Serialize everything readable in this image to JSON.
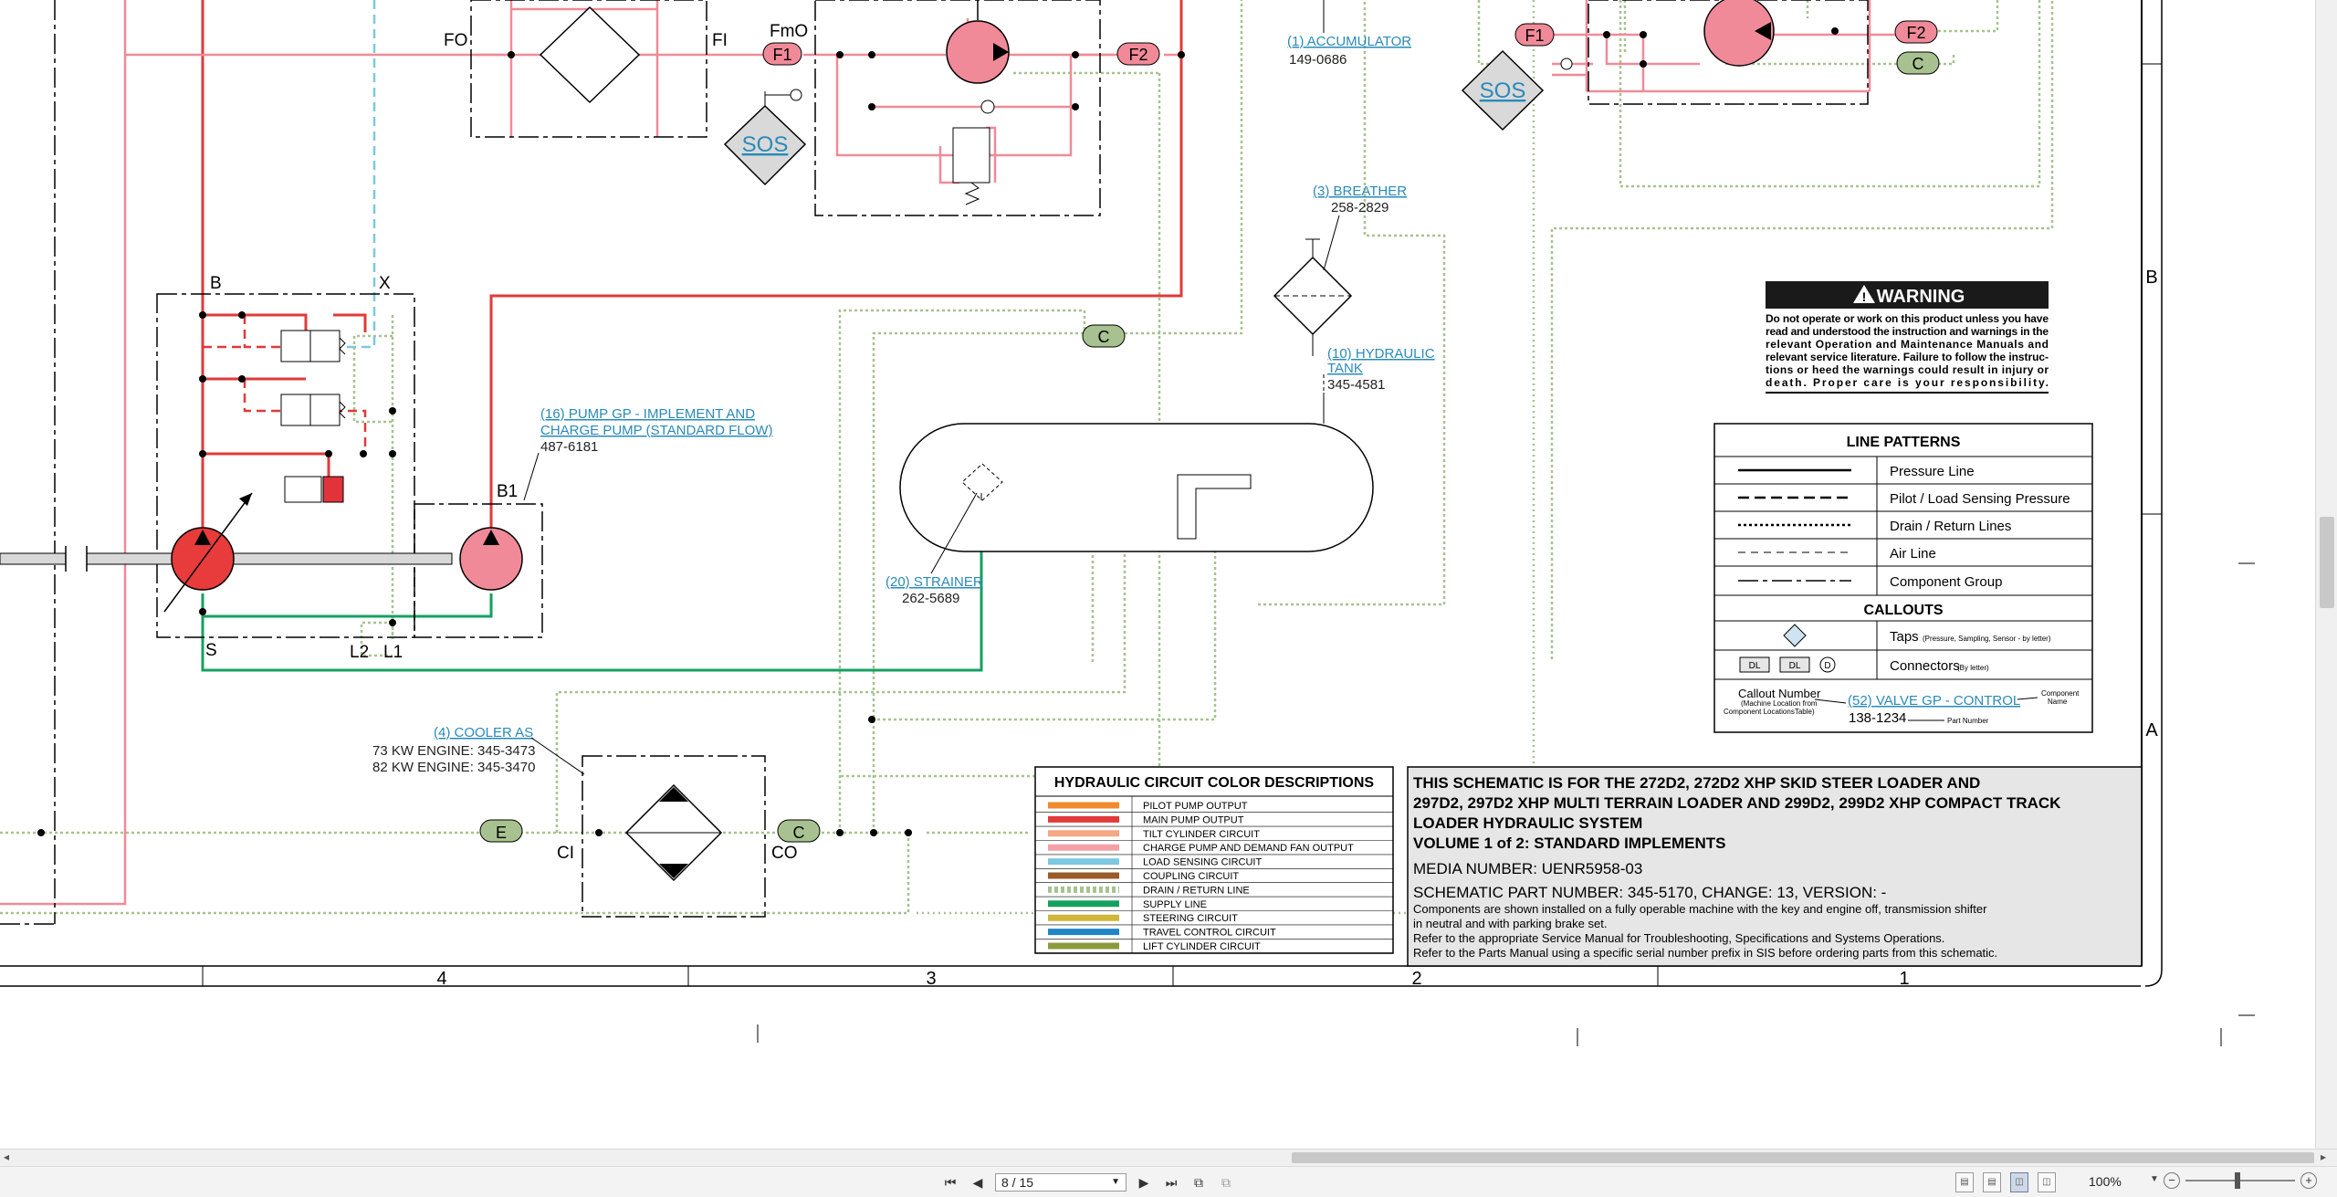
{
  "schematic": {
    "ports": {
      "fo": "FO",
      "fi": "FI",
      "fmo": "FmO",
      "f1": "F1",
      "f2": "F2",
      "b": "B",
      "x": "X",
      "b1": "B1",
      "s": "S",
      "l1": "L1",
      "l2": "L2",
      "ci": "CI",
      "co": "CO",
      "e": "E",
      "c": "C",
      "sos": "SOS"
    },
    "callouts": {
      "accumulator": {
        "name": "(1) ACCUMULATOR",
        "part": "149-0686"
      },
      "breather": {
        "name": "(3) BREATHER",
        "part": "258-2829"
      },
      "tank": {
        "name_line1": "(10) HYDRAULIC",
        "name_line2": "TANK",
        "part": "345-4581"
      },
      "pump": {
        "name_line1": "(16) PUMP GP - IMPLEMENT AND",
        "name_line2": "CHARGE PUMP (STANDARD FLOW)",
        "part": "487-6181"
      },
      "strainer": {
        "name": "(20) STRAINER",
        "part": "262-5689"
      },
      "cooler": {
        "name": "(4) COOLER AS",
        "part1": "73 KW ENGINE: 345-3473",
        "part2": "82 KW ENGINE: 345-3470"
      }
    },
    "grid": {
      "col4": "4",
      "col3": "3",
      "col2": "2",
      "col1": "1",
      "rowB": "B",
      "rowA": "A"
    },
    "warning": {
      "title": "WARNING",
      "lines": [
        "Do not operate or work on this product unless you have",
        "read and understood the instruction and warnings in the",
        "relevant Operation and Maintenance Manuals and",
        "relevant service literature. Failure to follow the instruc-",
        "tions or heed the warnings could result in injury or",
        "death. Proper care is your responsibility."
      ]
    },
    "line_patterns": {
      "title": "LINE PATTERNS",
      "rows": [
        "Pressure Line",
        "Pilot / Load Sensing Pressure",
        "Drain / Return Lines",
        "Air Line",
        "Component Group"
      ],
      "callouts_title": "CALLOUTS",
      "taps_label": "Taps",
      "taps_note": "(Pressure, Sampling, Sensor - by letter)",
      "connectors_label": "Connectors",
      "connectors_note": "(By letter)",
      "dl": "DL",
      "d": "D",
      "callout_number": "Callout Number",
      "callout_note1": "(Machine Location from",
      "callout_note2": "Component LocationsTable)",
      "example_name": "(52) VALVE GP - CONTROL",
      "example_part": "138-1234",
      "component_name1": "Component",
      "component_name2": "Name",
      "part_number": "Part Number"
    },
    "color_desc": {
      "title": "HYDRAULIC CIRCUIT COLOR DESCRIPTIONS",
      "items": [
        {
          "label": "PILOT PUMP OUTPUT",
          "color": "#f08a2c"
        },
        {
          "label": "MAIN PUMP OUTPUT",
          "color": "#e03a3a"
        },
        {
          "label": "TILT CYLINDER CIRCUIT",
          "color": "#f5a884"
        },
        {
          "label": "CHARGE PUMP AND DEMAND FAN OUTPUT",
          "color": "#f4a0a8"
        },
        {
          "label": "LOAD SENSING CIRCUIT",
          "color": "#7cc8e0"
        },
        {
          "label": "COUPLING CIRCUIT",
          "color": "#9a5a2a"
        },
        {
          "label": "DRAIN / RETURN LINE",
          "color": "#a7c290"
        },
        {
          "label": "SUPPLY LINE",
          "color": "#15a060"
        },
        {
          "label": "STEERING CIRCUIT",
          "color": "#d0b63a"
        },
        {
          "label": "TRAVEL CONTROL CIRCUIT",
          "color": "#1f86c6"
        },
        {
          "label": "LIFT CYLINDER CIRCUIT",
          "color": "#8c9a3c"
        }
      ]
    },
    "title_block": {
      "heading_lines": [
        "THIS SCHEMATIC IS FOR THE 272D2, 272D2 XHP SKID STEER LOADER AND",
        "297D2, 297D2 XHP MULTI TERRAIN LOADER AND 299D2, 299D2 XHP COMPACT TRACK",
        "LOADER HYDRAULIC SYSTEM"
      ],
      "volume": "VOLUME 1 of 2: STANDARD IMPLEMENTS",
      "media": "MEDIA NUMBER: UENR5958-03",
      "part": "SCHEMATIC PART NUMBER: 345-5170, CHANGE: 13, VERSION: -",
      "notes": [
        "Components are shown installed on a fully operable machine with the key and engine off, transmission shifter",
        "in neutral and with parking brake set.",
        "Refer to the appropriate Service Manual for Troubleshooting, Specifications and Systems Operations.",
        "Refer to the Parts Manual using a specific serial number prefix in SIS before ordering parts from this schematic."
      ]
    }
  },
  "viewer": {
    "page_value": "8 / 15",
    "zoom": "100%",
    "icons": [
      "first-page-icon",
      "prev-page-icon",
      "next-page-icon",
      "last-page-icon"
    ]
  }
}
